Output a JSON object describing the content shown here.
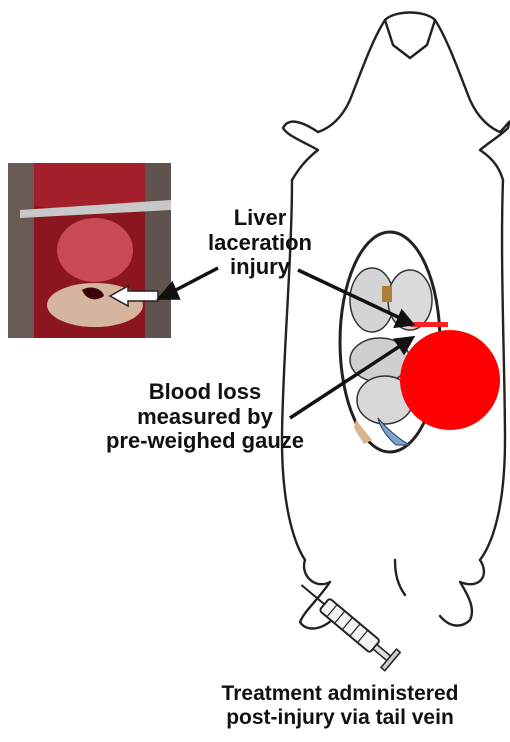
{
  "labels": {
    "liver": [
      "Liver",
      "laceration",
      "injury"
    ],
    "blood": [
      "Blood loss",
      "measured by",
      "pre-weighed gauze"
    ],
    "treatment": [
      "Treatment administered",
      "post-injury via tail vein"
    ]
  },
  "colors": {
    "blood": "#ff0000",
    "tissue": "#b31824",
    "outline": "#222222",
    "arrow": "#111111",
    "organ": "#d4d4d4"
  }
}
